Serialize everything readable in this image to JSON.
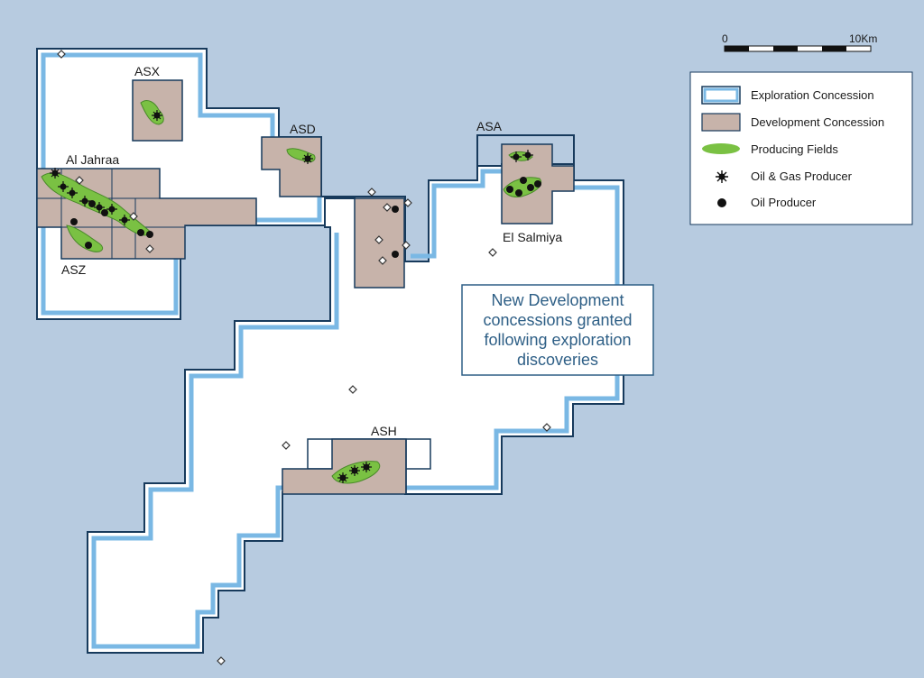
{
  "colors": {
    "sea": "#b7cbe0",
    "exploration_fill": "#ffffff",
    "exploration_inner_border": "#7ab8e4",
    "boundary": "#173a5c",
    "development_fill": "#c7b3aa",
    "producing_field": "#7ac143",
    "callout_text": "#2e5f86"
  },
  "scale": {
    "start_label": "0",
    "end_label": "10Km"
  },
  "legend": {
    "items": [
      {
        "label": "Exploration Concession",
        "icon": "exploration-concession-swatch"
      },
      {
        "label": "Development Concession",
        "icon": "development-concession-swatch"
      },
      {
        "label": "Producing Fields",
        "icon": "producing-field-swatch"
      },
      {
        "label": "Oil & Gas Producer",
        "icon": "oil-gas-producer-icon"
      },
      {
        "label": "Oil Producer",
        "icon": "oil-producer-icon"
      }
    ]
  },
  "labels": {
    "asx": "ASX",
    "asd": "ASD",
    "asa": "ASA",
    "al_jahraa": "Al Jahraa",
    "asz": "ASZ",
    "el_salmiya": "El Salmiya",
    "ash": "ASH"
  },
  "callout": {
    "lines": [
      "New Development",
      "concessions granted",
      "following exploration",
      "discoveries"
    ]
  }
}
